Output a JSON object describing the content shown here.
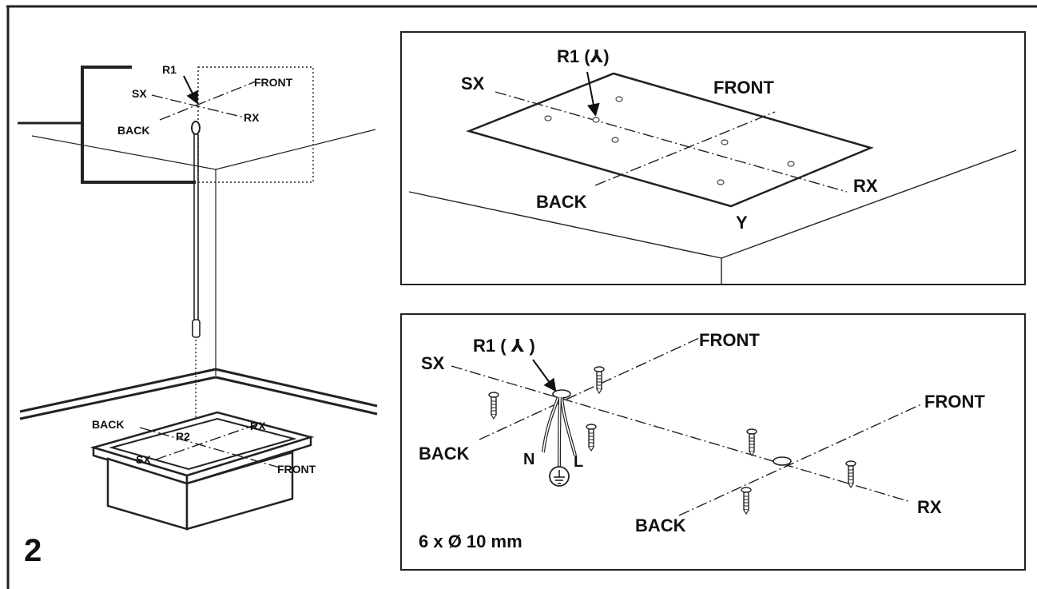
{
  "figure_number": "2",
  "left_view": {
    "r1": "R1",
    "front": "FRONT",
    "sx": "SX",
    "rx": "RX",
    "back": "BACK",
    "back_bottom": "BACK",
    "rx_bottom": "RX",
    "r2": "R2",
    "sx_bottom": "SX",
    "front_bottom": "FRONT"
  },
  "top_panel": {
    "r1": "R1 (⅄)",
    "sx": "SX",
    "front": "FRONT",
    "back": "BACK",
    "rx": "RX",
    "y": "Y"
  },
  "bottom_panel": {
    "r1": "R1 ( ⅄ )",
    "sx": "SX",
    "front_1": "FRONT",
    "front_2": "FRONT",
    "back_1": "BACK",
    "back_2": "BACK",
    "rx": "RX",
    "n": "N",
    "l": "L",
    "drill_spec": "6 x Ø 10 mm"
  },
  "icons": [
    "earth-ground-icon",
    "anchor-icon",
    "hole-icon"
  ]
}
